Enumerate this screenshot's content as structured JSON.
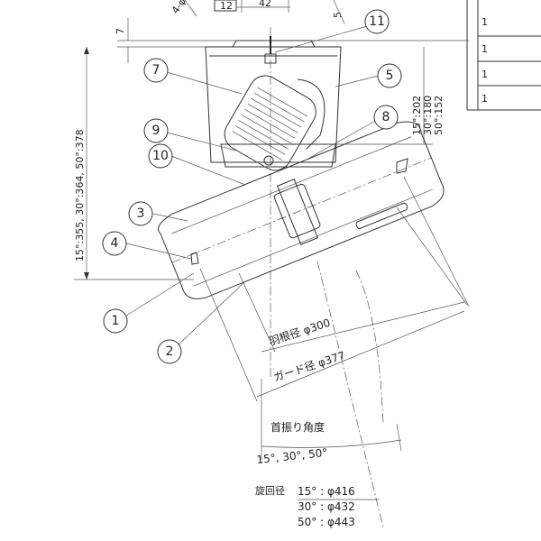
{
  "top_dims": {
    "hole": "4-φ",
    "d12": "12",
    "d42": "42",
    "d5": "5"
  },
  "dim_7": "7",
  "dim_height_vertical": "15°:355, 30°:364, 50°:378",
  "dim_right_vertical": {
    "l1": "15°:202",
    "l2": "30°:180",
    "l3": "50°:152"
  },
  "callouts": [
    "1",
    "2",
    "3",
    "4",
    "5",
    "7",
    "8",
    "9",
    "10",
    "11"
  ],
  "dims": {
    "blade": "羽根径 φ300",
    "guard": "ガード径 φ377"
  },
  "swing": {
    "title": "首振り角度",
    "angles": "15°, 30°, 50°"
  },
  "rotation": {
    "label": "旋回径",
    "rows": [
      "15° : φ416",
      "30° : φ432",
      "50° : φ443"
    ]
  },
  "table_cells": [
    "1",
    "1",
    "1",
    "1"
  ]
}
